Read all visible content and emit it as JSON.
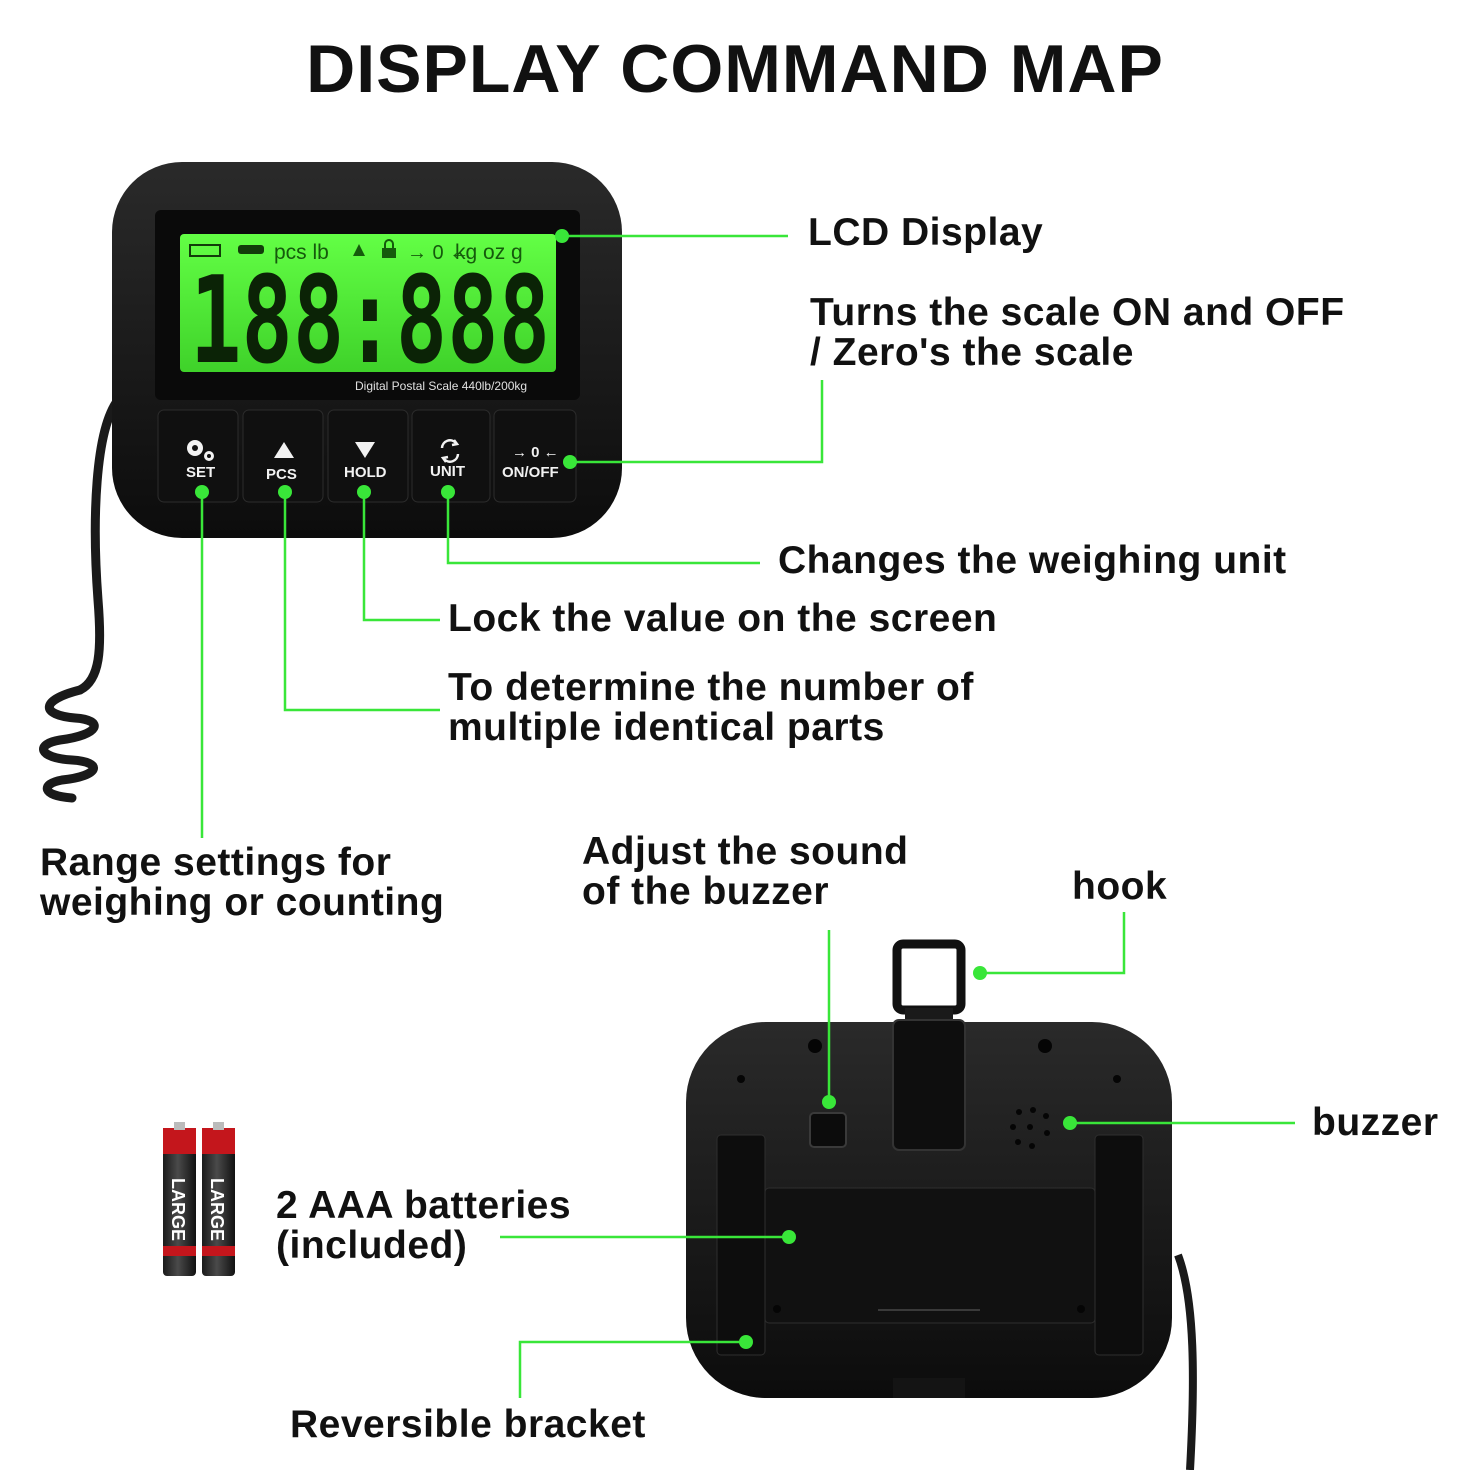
{
  "title": "DISPLAY COMMAND MAP",
  "display": {
    "lcd_indicators": "pcs lb",
    "lcd_zero": "→ 0 ←",
    "lcd_units": "kg oz g",
    "lcd_digits": "188:888",
    "model_text": "Digital Postal Scale 440lb/200kg",
    "buttons": [
      {
        "label": "SET",
        "icon": "gear-icon"
      },
      {
        "label": "PCS",
        "icon": "triangle-up-icon"
      },
      {
        "label": "HOLD",
        "icon": "triangle-down-icon"
      },
      {
        "label": "UNIT",
        "icon": "swap-icon"
      },
      {
        "label": "ON/OFF",
        "icon": "zero-arrows-icon",
        "symbol": "→ 0 ←"
      }
    ]
  },
  "battery": {
    "brand": "LARGE",
    "count_note": "2 AAA batteries"
  },
  "labels": {
    "lcd": "LCD Display",
    "onoff_line1": "Turns the scale ON and OFF",
    "onoff_line2": "/ Zero's the scale",
    "unit": "Changes the weighing unit",
    "hold": "Lock the value on the screen",
    "pcs_line1": "To determine the number of",
    "pcs_line2": "multiple identical parts",
    "set_line1": "Range settings for",
    "set_line2": "weighing or counting",
    "sound_line1": "Adjust the sound",
    "sound_line2": "of the buzzer",
    "hook": "hook",
    "buzzer": "buzzer",
    "batteries_line1": "2 AAA batteries",
    "batteries_line2": "(included)",
    "bracket": "Reversible bracket"
  },
  "colors": {
    "accent": "#39e639",
    "lcd_green": "#5cff3a",
    "device": "#141414"
  }
}
